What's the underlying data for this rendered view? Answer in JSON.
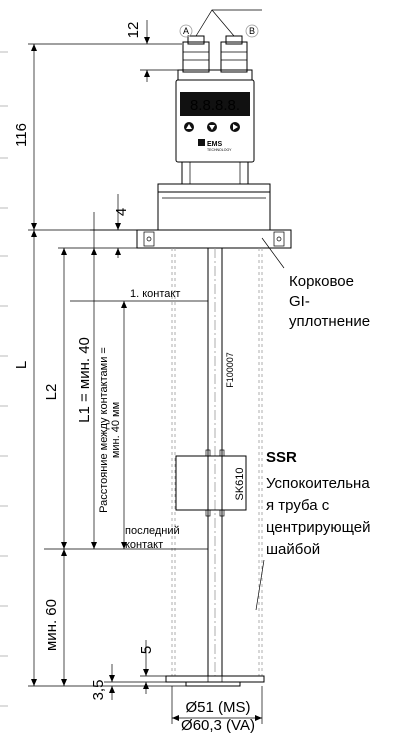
{
  "dimensions": {
    "top_12": "12",
    "height_116": "116",
    "flange_4": "4",
    "total_L": "L",
    "l2": "L2",
    "l1": "L1 = мин. 40",
    "contact_spacing": "Расстояние между контактами =",
    "contact_spacing_min": "мин. 40 мм",
    "bottom_min60": "мин. 60",
    "bottom_5": "5",
    "bottom_35": "3,5",
    "diameter_ms": "Ø51 (MS)",
    "diameter_va": "Ø60,3 (VA)"
  },
  "connectors": {
    "a": "A",
    "b": "B"
  },
  "device": {
    "display_digits": "8.8.8.8.",
    "brand": "EMS",
    "brand_sub": "TECHNOLOGY"
  },
  "labels": {
    "first_contact": "1. контакт",
    "last_contact_line1": "последний",
    "last_contact_line2": "контакт",
    "cork_1": "Корковое",
    "cork_2": "GI-",
    "cork_3": "уплотнение",
    "ssr_title": "SSR",
    "ssr_1": "Успокоительна",
    "ssr_2": "я труба с",
    "ssr_3": "центрирующей",
    "ssr_4": "шайбой",
    "part_no": "F100007",
    "sensor_model": "SK610"
  }
}
